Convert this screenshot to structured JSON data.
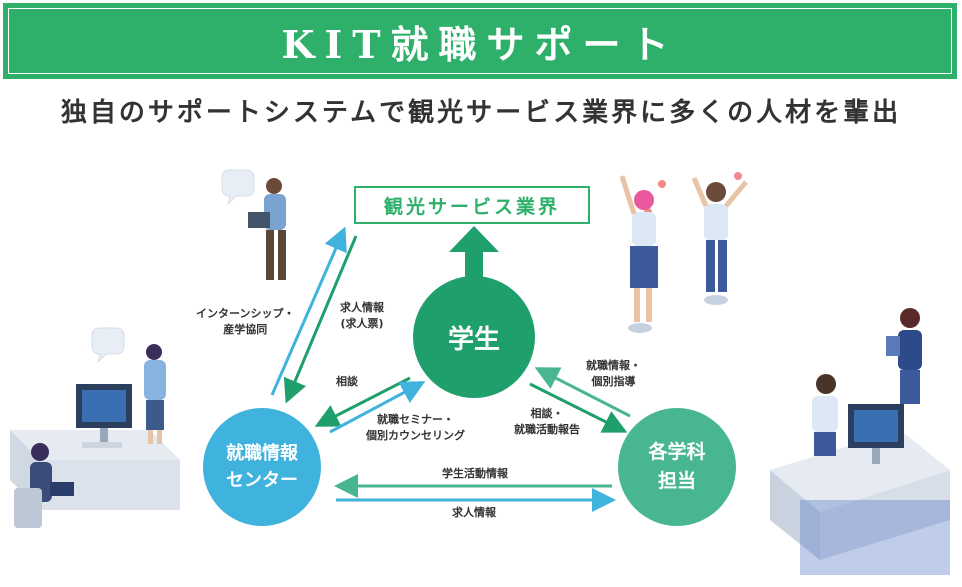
{
  "header": {
    "title": "KIT就職サポート",
    "subtitle": "独自のサポートシステムで観光サービス業界に多くの人材を輩出"
  },
  "industry_label": "観光サービス業界",
  "nodes": {
    "student": "学生",
    "center_line1": "就職情報",
    "center_line2": "センター",
    "dept_line1": "各学科",
    "dept_line2": "担当"
  },
  "flows": {
    "internship_line1": "インターンシップ・",
    "internship_line2": "産学協同",
    "job_info_line1": "求人情報",
    "job_info_line2": "(求人票)",
    "consult_left": "相談",
    "seminar_line1": "就職セミナー・",
    "seminar_line2": "個別カウンセリング",
    "dept_info_line1": "就職情報・",
    "dept_info_line2": "個別指導",
    "consult_report_line1": "相談・",
    "consult_report_line2": "就職活動報告",
    "student_activity": "学生活動情報",
    "job_info_bottom": "求人情報"
  },
  "colors": {
    "green": "#2eaf6a",
    "blue": "#3fb2de",
    "teal": "#48b593"
  }
}
